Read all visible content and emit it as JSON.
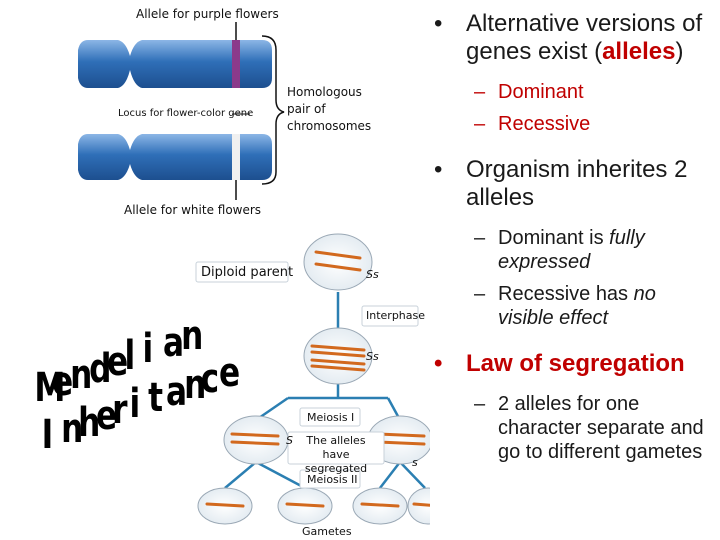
{
  "figure_top": {
    "label_purple": "Allele for purple flowers",
    "label_locus": "Locus for flower-color gene",
    "label_homologous": [
      "Homologous",
      "pair of",
      "chromosomes"
    ],
    "label_white": "Allele for white flowers"
  },
  "figure_cell": {
    "diploid_parent": "Diploid parent",
    "interphase": "Interphase",
    "meiosis1": "Meiosis I",
    "alleles_segregated": [
      "The alleles",
      "have segregated"
    ],
    "meiosis2": "Meiosis II",
    "gametes": "Gametes",
    "ss1": "Ss",
    "ss2": "Ss",
    "big_s": "S",
    "small_s": "s"
  },
  "wordart": {
    "line1": "Mendelian",
    "line2": "Inheritance"
  },
  "bullets": {
    "b1_text": "Alternative versions of genes exist (",
    "b1_red": "alleles",
    "b1_end": ")",
    "b1_sub1": "Dominant",
    "b1_sub2": "Recessive",
    "b2_text": "Organism inherites 2 alleles",
    "b2_sub1_a": "Dominant is ",
    "b2_sub1_b": "fully expressed",
    "b2_sub2_a": "Recessive has ",
    "b2_sub2_b": "no visible effect",
    "b3_text": "Law of segregation",
    "b3_sub1": "2 alleles for one character separate and go to different gametes",
    "dash": "–"
  },
  "colors": {
    "chromosome": "#2f6fb8",
    "chromosome_light": "#8cb6e6",
    "purple_allele": "#8b3a8b",
    "accent_red": "#c00000"
  }
}
